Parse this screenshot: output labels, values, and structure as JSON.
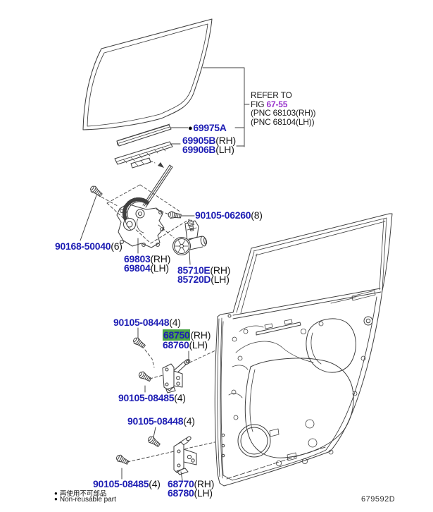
{
  "doc": {
    "code": "679592D"
  },
  "colors": {
    "part_number_blue": "#1e1eb4",
    "suffix_black": "#161616",
    "fig_link_purple": "#9933cc",
    "highlight_green": "#4aa447",
    "line_gray": "#3f3f3f",
    "background": "#ffffff"
  },
  "refer_note": {
    "line1": "REFER TO",
    "fig_prefix": "FIG ",
    "fig_no": "67-55",
    "pnc_rh": "(PNC 68103(RH))",
    "pnc_lh": "(PNC 68104(LH))"
  },
  "legend": {
    "bullet": "●",
    "jp": "再使用不可部品",
    "en": "Non-reusable part"
  },
  "labels": {
    "weatherstrip": {
      "bullet": "●",
      "number": "69975A"
    },
    "belt_moulding_rh": {
      "number": "69905B",
      "suffix": "(RH)"
    },
    "belt_moulding_lh": {
      "number": "69906B",
      "suffix": "(LH)"
    },
    "regulator_screw": {
      "number": "90168-50040",
      "suffix": "(6)"
    },
    "regulator_rh": {
      "number": "69803",
      "suffix": "(RH)"
    },
    "regulator_lh": {
      "number": "69804",
      "suffix": "(LH)"
    },
    "motor_rh": {
      "number": "85710E",
      "suffix": "(RH)"
    },
    "motor_lh": {
      "number": "85720D",
      "suffix": "(LH)"
    },
    "motor_screw": {
      "number": "90105-06260",
      "suffix": "(8)"
    },
    "check_bolt_upper": {
      "number": "90105-08448",
      "suffix": "(4)"
    },
    "check_rh": {
      "number": "68750",
      "suffix": "(RH)"
    },
    "check_lh": {
      "number": "68760",
      "suffix": "(LH)"
    },
    "check_bolt_lower": {
      "number": "90105-08485",
      "suffix": "(4)"
    },
    "hinge_bolt_upper": {
      "number": "90105-08448",
      "suffix": "(4)"
    },
    "hinge_bolt_lower": {
      "number": "90105-08485",
      "suffix": "(4)"
    },
    "hinge_rh": {
      "number": "68770",
      "suffix": "(RH)"
    },
    "hinge_lh": {
      "number": "68780",
      "suffix": "(LH)"
    }
  }
}
